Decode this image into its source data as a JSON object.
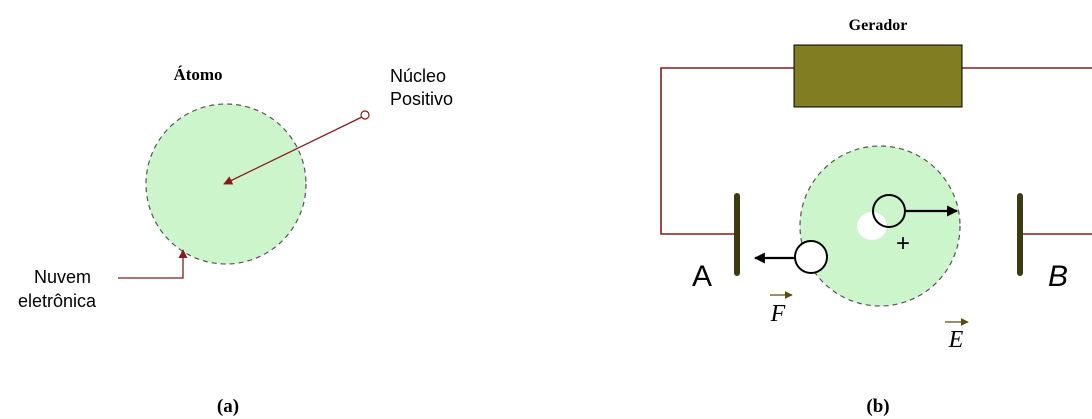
{
  "panel_a": {
    "title": "Átomo",
    "nucleus_label_line1": "Núcleo",
    "nucleus_label_line2": "Positivo",
    "cloud_label_line1": "Nuvem",
    "cloud_label_line2": "eletrônica",
    "caption": "(a)"
  },
  "panel_b": {
    "generator_label": "Gerador",
    "plate_a_label": "A",
    "plate_b_label": "B",
    "force_symbol": "F",
    "field_symbol": "E",
    "plus_sign": "+",
    "caption": "(b)"
  },
  "colors": {
    "cloud_fill": "#ccf5cc",
    "wire": "#8b1a1a",
    "arrow_red": "#8b1a1a",
    "plate": "#3d3a12",
    "generator_fill": "#807d22",
    "vector_arrow": "#5a4a10"
  }
}
